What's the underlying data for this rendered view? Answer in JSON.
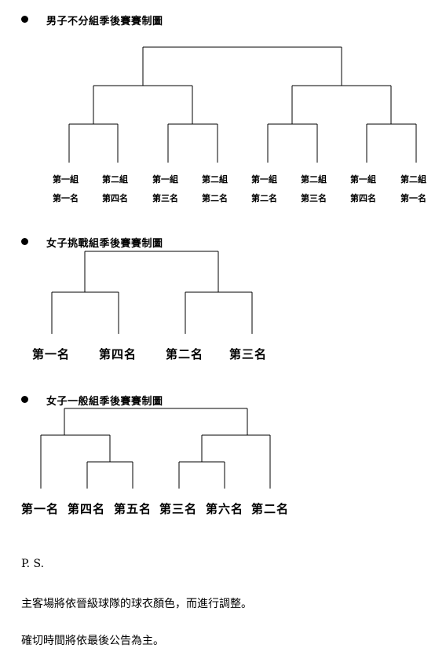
{
  "sections": [
    {
      "title": "男子不分組季後賽賽制圖",
      "teams": [
        {
          "group": "第一組",
          "rank": "第一名"
        },
        {
          "group": "第二組",
          "rank": "第四名"
        },
        {
          "group": "第一組",
          "rank": "第三名"
        },
        {
          "group": "第二組",
          "rank": "第二名"
        },
        {
          "group": "第一組",
          "rank": "第二名"
        },
        {
          "group": "第二組",
          "rank": "第三名"
        },
        {
          "group": "第一組",
          "rank": "第四名"
        },
        {
          "group": "第二組",
          "rank": "第一名"
        }
      ]
    },
    {
      "title": "女子挑戰組季後賽賽制圖",
      "teams": [
        "第一名",
        "第四名",
        "第二名",
        "第三名"
      ]
    },
    {
      "title": "女子一般組季後賽賽制圖",
      "teams": [
        "第一名",
        "第四名",
        "第五名",
        "第三名",
        "第六名",
        "第二名"
      ]
    }
  ],
  "notes": {
    "ps": "P. S.",
    "line1": "主客場將依晉級球隊的球衣顏色，而進行調整。",
    "line2": "確切時間將依最後公告為主。"
  }
}
